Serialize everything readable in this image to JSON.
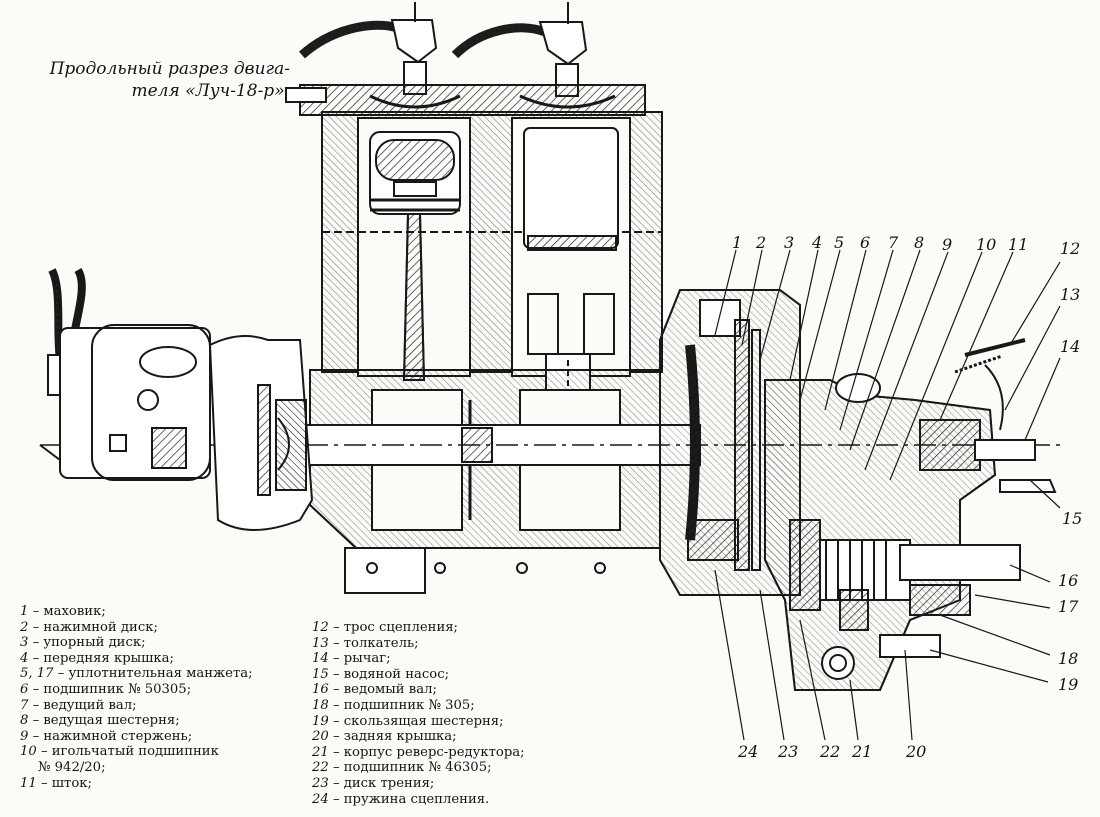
{
  "title": {
    "line1": "Продольный разрез двига-",
    "line2": "теля «Луч-18-р»."
  },
  "callouts": [
    "1",
    "2",
    "3",
    "4",
    "5",
    "6",
    "7",
    "8",
    "9",
    "10",
    "11",
    "12",
    "13",
    "14",
    "15",
    "16",
    "17",
    "18",
    "19",
    "20",
    "21",
    "22",
    "23",
    "24"
  ],
  "legend_left": [
    {
      "num": "1",
      "text": " – маховик;"
    },
    {
      "num": "2",
      "text": " – нажимной диск;"
    },
    {
      "num": "3",
      "text": " – упорный диск;"
    },
    {
      "num": "4",
      "text": " – передняя крышка;"
    },
    {
      "num": "5, 17",
      "text": " – уплотнительная манжета;"
    },
    {
      "num": "6",
      "text": " – подшипник № 50305;"
    },
    {
      "num": "7",
      "text": " – ведущий вал;"
    },
    {
      "num": "8",
      "text": " – ведущая шестерня;"
    },
    {
      "num": "9",
      "text": " – нажимной стержень;"
    },
    {
      "num": "10",
      "text": " – игольчатый    подшипник"
    },
    {
      "num": "",
      "text": "№ 942/20;"
    },
    {
      "num": "11",
      "text": " – шток;"
    }
  ],
  "legend_right": [
    {
      "num": "12",
      "text": " – трос сцепления;"
    },
    {
      "num": "13",
      "text": " – толкатель;"
    },
    {
      "num": "14",
      "text": " – рычаг;"
    },
    {
      "num": "15",
      "text": " – водяной насос;"
    },
    {
      "num": "16",
      "text": " – ведомый вал;"
    },
    {
      "num": "18",
      "text": " – подшипник № 305;"
    },
    {
      "num": "19",
      "text": " – скользящая шестерня;"
    },
    {
      "num": "20",
      "text": " – задняя крышка;"
    },
    {
      "num": "21",
      "text": " – корпус реверс-редуктора;"
    },
    {
      "num": "22",
      "text": " – подшипник № 46305;"
    },
    {
      "num": "23",
      "text": " – диск трения;"
    },
    {
      "num": "24",
      "text": " – пружина сцепления."
    }
  ]
}
